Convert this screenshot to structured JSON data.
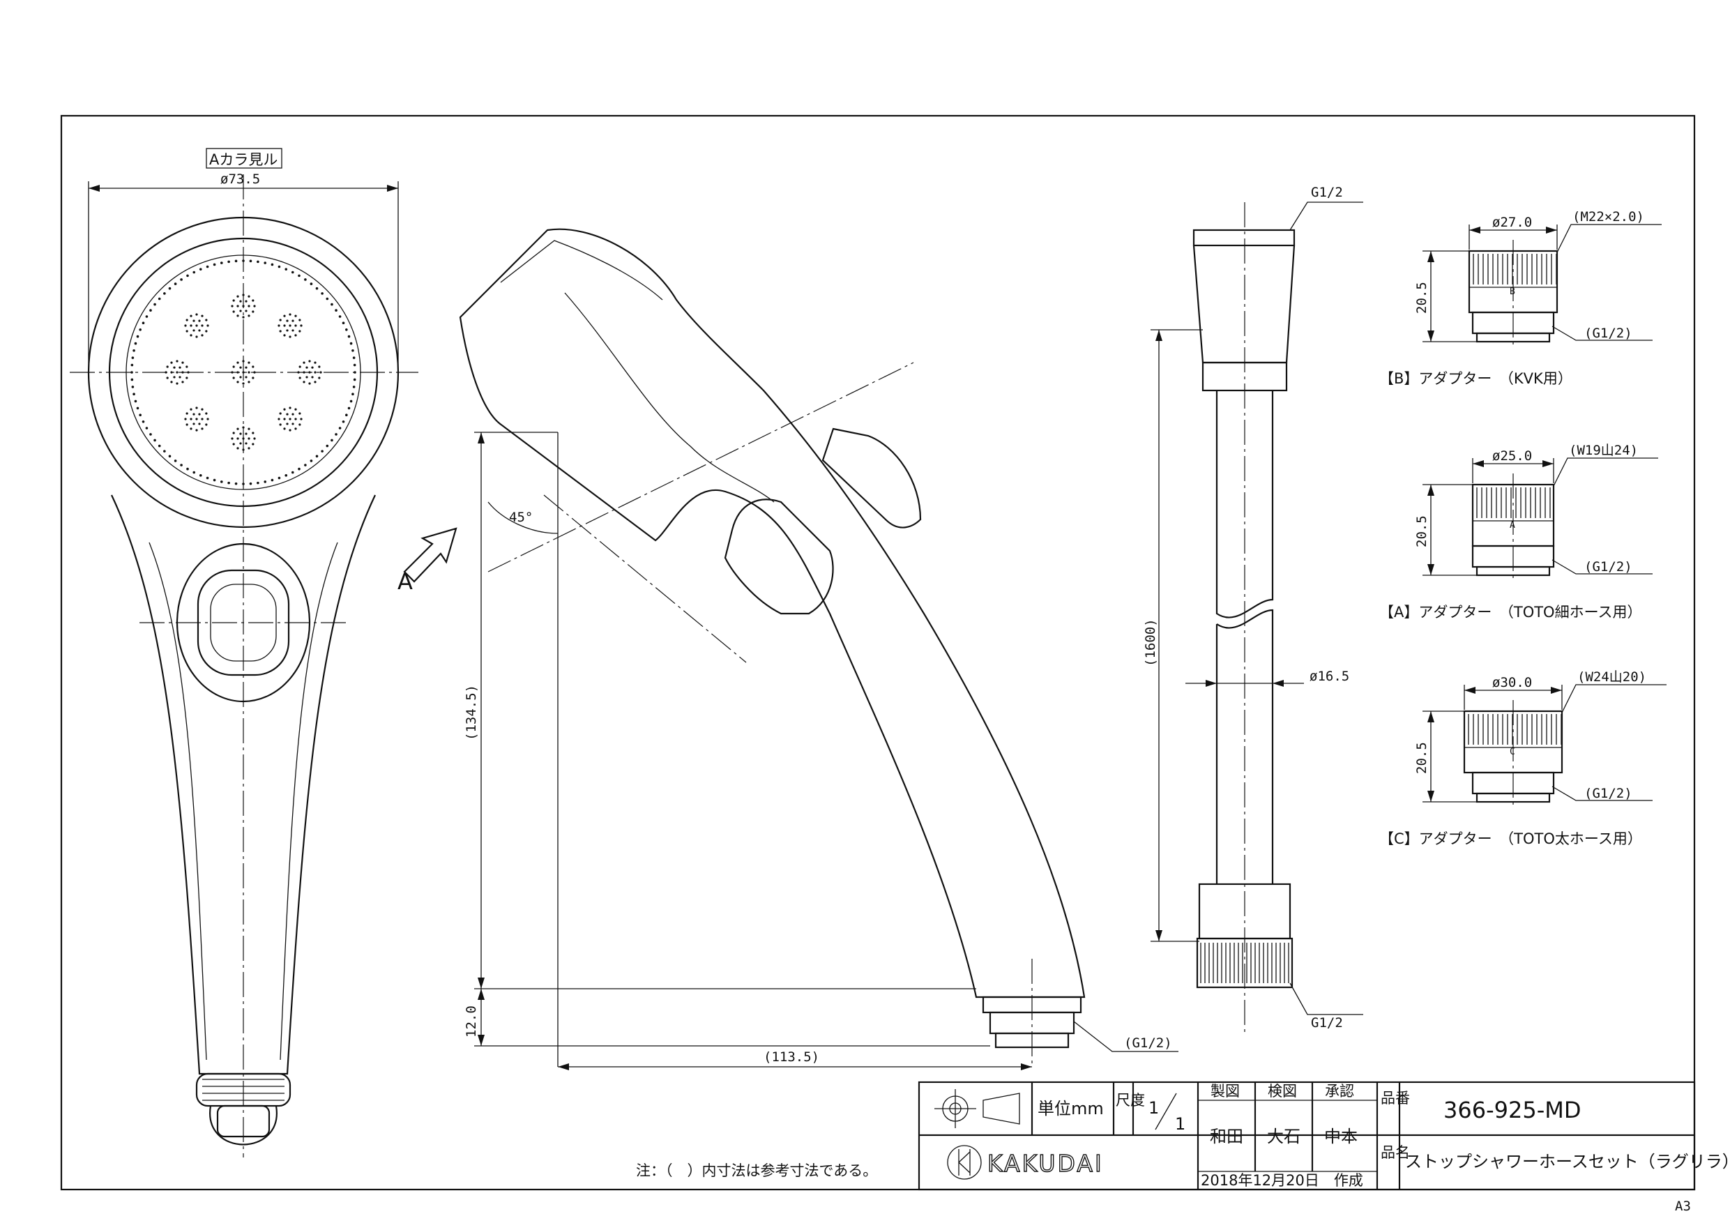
{
  "dims": {
    "view_a": "Aカラ見ル",
    "head_dia": "ø73.5",
    "arrow_a": "A",
    "angle": "45°",
    "height_134": "(134.5)",
    "height_12": "12.0",
    "width_113": "(113.5)",
    "thread_g12_body": "(G1/2)",
    "hose_top": "G1/2",
    "hose_bottom": "G1/2",
    "hose_length": "(1600)",
    "hose_dia": "ø16.5"
  },
  "adapters": [
    {
      "caption": "【B】アダプター　（KVK用）",
      "dia": "ø27.0",
      "thread": "(M22×2.0)",
      "height": "20.5",
      "bottom": "(G1/2)",
      "mark": "B"
    },
    {
      "caption": "【A】アダプター　（TOTO細ホース用）",
      "dia": "ø25.0",
      "thread": "(W19山24)",
      "height": "20.5",
      "bottom": "(G1/2)",
      "mark": "A"
    },
    {
      "caption": "【C】アダプター　（TOTO太ホース用）",
      "dia": "ø30.0",
      "thread": "(W24山20)",
      "height": "20.5",
      "bottom": "(G1/2)",
      "mark": "C"
    }
  ],
  "note": "注：（　）内寸法は参考寸法である。",
  "title_block": {
    "unit_label": "単位mm",
    "scale_label": "尺度",
    "scale_num": "1",
    "scale_den": "1",
    "drawn_header": "製図",
    "checked_header": "検図",
    "approved_header": "承認",
    "drawn_by": "和田",
    "checked_by": "大石",
    "approved_by": "中本",
    "part_no_label": "品番",
    "part_no": "366-925-MD",
    "name_label": "品名",
    "name": "ストップシャワーホースセット（ラグリラ）",
    "date": "2018年12月20日　作成",
    "logo": "KAKUDAI",
    "paper": "A3"
  }
}
